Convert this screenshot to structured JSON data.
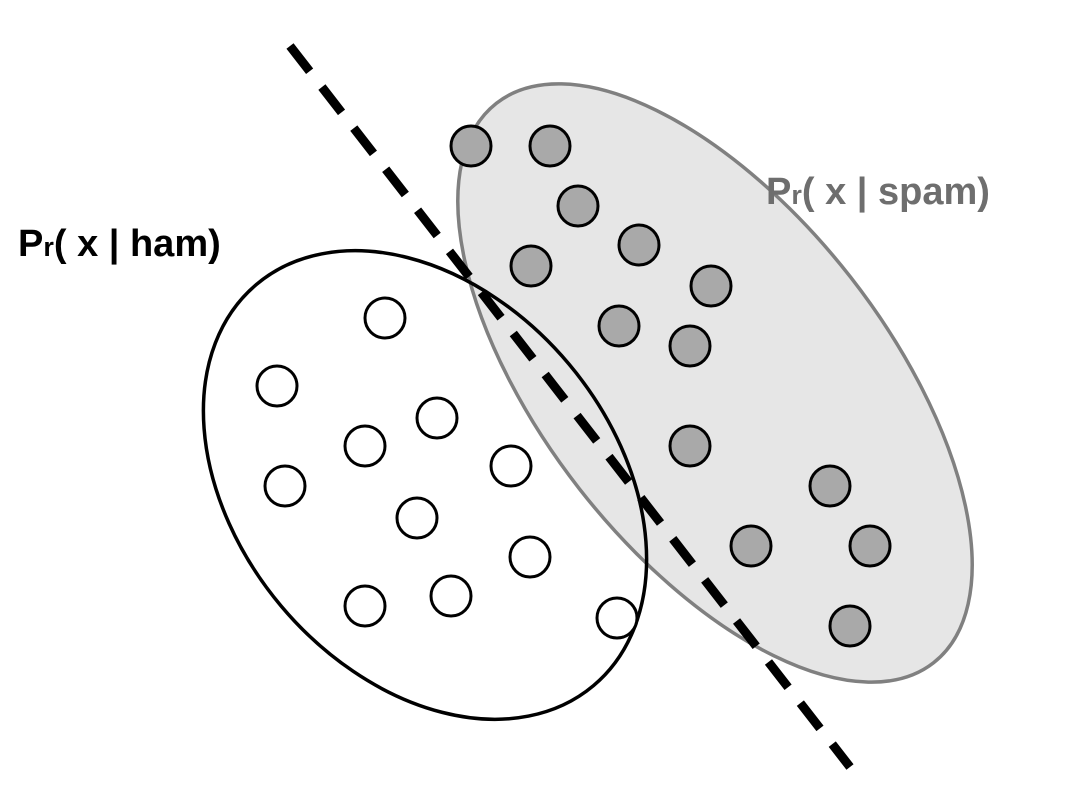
{
  "colors": {
    "background": "#ffffff",
    "ham_outline": "#000000",
    "ham_point_fill": "#ffffff",
    "spam_outline": "#808080",
    "spam_fill": "#e6e6e6",
    "spam_point_fill": "#a9a9a9",
    "spam_label": "#6e6e6e",
    "boundary": "#000000"
  },
  "labels": {
    "ham": {
      "prefix": "P",
      "sub": "r",
      "rest": "( x | ham)"
    },
    "spam": {
      "prefix": "P",
      "sub": "r",
      "rest": "( x | spam)"
    }
  }
}
